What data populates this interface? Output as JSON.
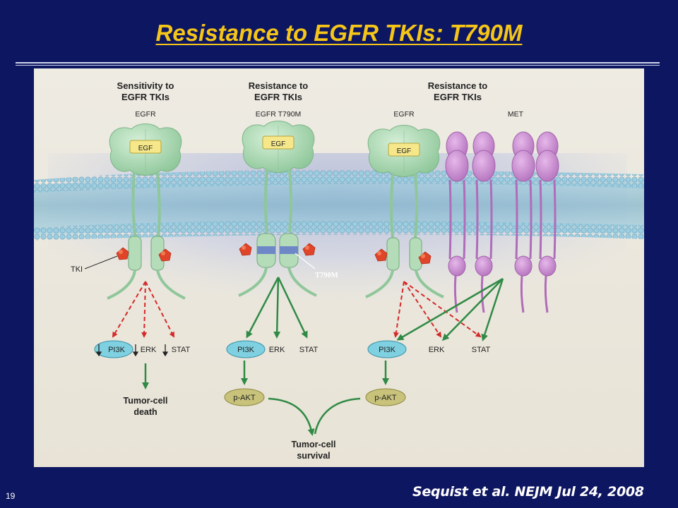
{
  "slide": {
    "title": "Resistance to EGFR TKIs: T790M",
    "citation": "Sequist et al. NEJM Jul 24, 2008",
    "page_number": "19"
  },
  "figure": {
    "panels": [
      {
        "heading_line1": "Sensitivity to",
        "heading_line2": "EGFR TKIs",
        "receptor_label": "EGFR",
        "ligand_label": "EGF",
        "drug_label": "TKI",
        "pathways": [
          "PI3K",
          "ERK",
          "STAT"
        ],
        "outcome_line1": "Tumor-cell",
        "outcome_line2": "death"
      },
      {
        "heading_line1": "Resistance to",
        "heading_line2": "EGFR TKIs",
        "receptor_label": "EGFR T790M",
        "ligand_label": "EGF",
        "mutation_label": "T790M",
        "pathways": [
          "PI3K",
          "ERK",
          "STAT"
        ],
        "akt_label": "p-AKT"
      },
      {
        "heading_line1": "Resistance to",
        "heading_line2": "EGFR TKIs",
        "receptor_label": "EGFR",
        "receptor2_label": "MET",
        "ligand_label": "EGF",
        "pathways": [
          "PI3K",
          "ERK",
          "STAT"
        ],
        "akt_label": "p-AKT"
      }
    ],
    "shared_outcome_line1": "Tumor-cell",
    "shared_outcome_line2": "survival",
    "colors": {
      "inhibited_arrow": "#d42a2a",
      "active_arrow": "#2f8a45",
      "egfr_receptor": "#b4dcb8",
      "met_receptor": "#c98fd0",
      "pi3k_oval": "#7fd0e0",
      "akt_oval": "#c8c27a",
      "tki_drug": "#e0452a",
      "membrane": "#8ec3d8"
    }
  }
}
